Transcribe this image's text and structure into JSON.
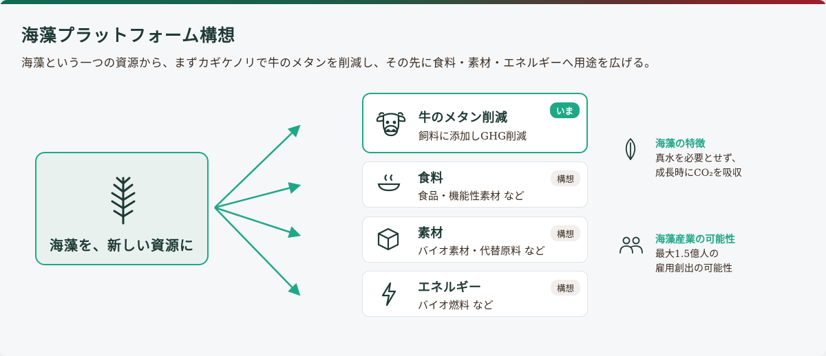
{
  "header": {
    "title": "海藻プラットフォーム構想",
    "subtitle": "海藻という一つの資源から、まずカギケノリで牛のメタンを削減し、その先に食料・素材・エネルギーへ用途を広げる。"
  },
  "source": {
    "label": "海藻を、新しい資源に",
    "icon": "seaweed-icon"
  },
  "colors": {
    "accent": "#1fa887",
    "heading": "#1d3a33",
    "text": "#3a2b1e"
  },
  "uses": [
    {
      "title": "牛のメタン削減",
      "desc": "飼料に添加しGHG削減",
      "badge": "いま",
      "icon": "cow-icon"
    },
    {
      "title": "食料",
      "desc": "食品・機能性素材 など",
      "badge": "構想",
      "icon": "bowl-icon"
    },
    {
      "title": "素材",
      "desc": "バイオ素材・代替原料 など",
      "badge": "構想",
      "icon": "box-icon"
    },
    {
      "title": "エネルギー",
      "desc": "バイオ燃料 など",
      "badge": "構想",
      "icon": "lightning-icon"
    }
  ],
  "facts": [
    {
      "title": "海藻の特徴",
      "lines": [
        "真水を必要とせず、",
        "成長時にCO₂を吸収"
      ],
      "icon": "leaf-icon"
    },
    {
      "title": "海藻産業の可能性",
      "lines": [
        "最大1.5億人の",
        "雇用創出の可能性"
      ],
      "icon": "people-icon"
    }
  ]
}
